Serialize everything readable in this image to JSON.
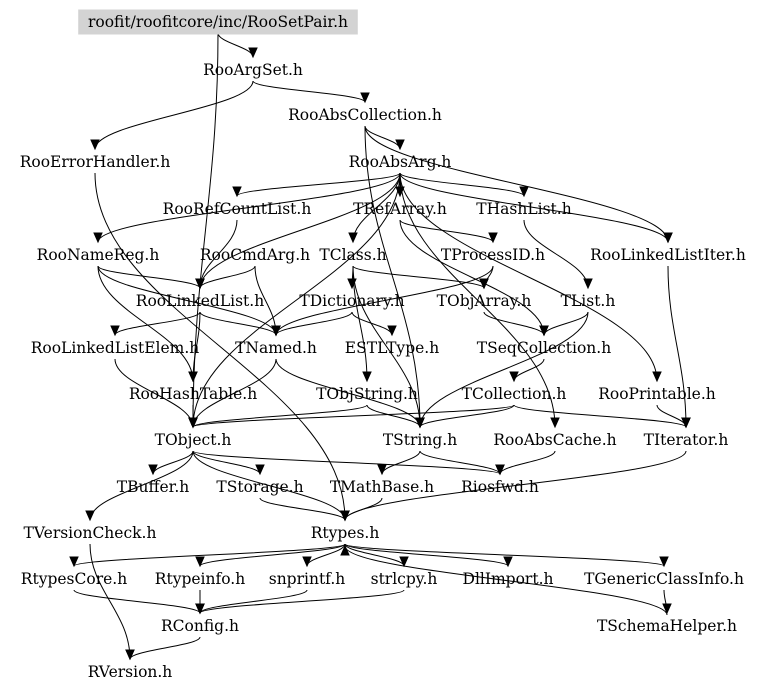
{
  "title": "roofit/roofitcore/inc/RooSetPair.h",
  "colors": {
    "root_fill": "#d3d3d3",
    "edge": "#000000",
    "background": "#ffffff"
  },
  "nodes": [
    {
      "id": "RooSetPair",
      "label": "roofit/roofitcore/inc/RooSetPair.h",
      "root": true
    },
    {
      "id": "RooArgSet",
      "label": "RooArgSet.h"
    },
    {
      "id": "RooAbsCollection",
      "label": "RooAbsCollection.h"
    },
    {
      "id": "RooErrorHandler",
      "label": "RooErrorHandler.h"
    },
    {
      "id": "RooAbsArg",
      "label": "RooAbsArg.h"
    },
    {
      "id": "RooRefCountList",
      "label": "RooRefCountList.h"
    },
    {
      "id": "TRefArray",
      "label": "TRefArray.h"
    },
    {
      "id": "THashList",
      "label": "THashList.h"
    },
    {
      "id": "RooNameReg",
      "label": "RooNameReg.h"
    },
    {
      "id": "RooCmdArg",
      "label": "RooCmdArg.h"
    },
    {
      "id": "TClass",
      "label": "TClass.h"
    },
    {
      "id": "TProcessID",
      "label": "TProcessID.h"
    },
    {
      "id": "RooLinkedListIter",
      "label": "RooLinkedListIter.h"
    },
    {
      "id": "RooLinkedList",
      "label": "RooLinkedList.h"
    },
    {
      "id": "TDictionary",
      "label": "TDictionary.h"
    },
    {
      "id": "TObjArray",
      "label": "TObjArray.h"
    },
    {
      "id": "TList",
      "label": "TList.h"
    },
    {
      "id": "RooLinkedListElem",
      "label": "RooLinkedListElem.h"
    },
    {
      "id": "TNamed",
      "label": "TNamed.h"
    },
    {
      "id": "ESTLType",
      "label": "ESTLType.h"
    },
    {
      "id": "TSeqCollection",
      "label": "TSeqCollection.h"
    },
    {
      "id": "RooHashTable",
      "label": "RooHashTable.h"
    },
    {
      "id": "TObjString",
      "label": "TObjString.h"
    },
    {
      "id": "TCollection",
      "label": "TCollection.h"
    },
    {
      "id": "RooPrintable",
      "label": "RooPrintable.h"
    },
    {
      "id": "TObject",
      "label": "TObject.h"
    },
    {
      "id": "TString",
      "label": "TString.h"
    },
    {
      "id": "RooAbsCache",
      "label": "RooAbsCache.h"
    },
    {
      "id": "TIterator",
      "label": "TIterator.h"
    },
    {
      "id": "TBuffer",
      "label": "TBuffer.h"
    },
    {
      "id": "TStorage",
      "label": "TStorage.h"
    },
    {
      "id": "TMathBase",
      "label": "TMathBase.h"
    },
    {
      "id": "Riosfwd",
      "label": "Riosfwd.h"
    },
    {
      "id": "TVersionCheck",
      "label": "TVersionCheck.h"
    },
    {
      "id": "Rtypes",
      "label": "Rtypes.h"
    },
    {
      "id": "RtypesCore",
      "label": "RtypesCore.h"
    },
    {
      "id": "Rtypeinfo",
      "label": "Rtypeinfo.h"
    },
    {
      "id": "snprintf",
      "label": "snprintf.h"
    },
    {
      "id": "strlcpy",
      "label": "strlcpy.h"
    },
    {
      "id": "DllImport",
      "label": "DllImport.h"
    },
    {
      "id": "TGenericClassInfo",
      "label": "TGenericClassInfo.h"
    },
    {
      "id": "RConfig",
      "label": "RConfig.h"
    },
    {
      "id": "TSchemaHelper",
      "label": "TSchemaHelper.h"
    },
    {
      "id": "RVersion",
      "label": "RVersion.h"
    }
  ],
  "edges": [
    [
      "RooSetPair",
      "RooArgSet"
    ],
    [
      "RooSetPair",
      "TObject"
    ],
    [
      "RooArgSet",
      "RooAbsCollection"
    ],
    [
      "RooArgSet",
      "RooErrorHandler"
    ],
    [
      "RooAbsCollection",
      "RooAbsArg"
    ],
    [
      "RooAbsCollection",
      "RooLinkedListIter"
    ],
    [
      "RooAbsCollection",
      "TString"
    ],
    [
      "RooAbsArg",
      "RooRefCountList"
    ],
    [
      "RooAbsArg",
      "TRefArray"
    ],
    [
      "RooAbsArg",
      "THashList"
    ],
    [
      "RooAbsArg",
      "RooNameReg"
    ],
    [
      "RooAbsArg",
      "TClass"
    ],
    [
      "RooAbsArg",
      "RooLinkedList"
    ],
    [
      "RooAbsArg",
      "RooPrintable"
    ],
    [
      "RooAbsArg",
      "RooAbsCache"
    ],
    [
      "RooAbsArg",
      "TObject"
    ],
    [
      "RooAbsArg",
      "RooLinkedListIter"
    ],
    [
      "RooErrorHandler",
      "Rtypes"
    ],
    [
      "RooRefCountList",
      "RooLinkedList"
    ],
    [
      "TRefArray",
      "TProcessID"
    ],
    [
      "TRefArray",
      "TSeqCollection"
    ],
    [
      "THashList",
      "TList"
    ],
    [
      "RooNameReg",
      "RooLinkedList"
    ],
    [
      "RooNameReg",
      "TNamed"
    ],
    [
      "RooNameReg",
      "RooHashTable"
    ],
    [
      "RooCmdArg",
      "RooLinkedList"
    ],
    [
      "RooCmdArg",
      "TNamed"
    ],
    [
      "TClass",
      "TDictionary"
    ],
    [
      "TClass",
      "TObjArray"
    ],
    [
      "TClass",
      "TObjString"
    ],
    [
      "TClass",
      "TString"
    ],
    [
      "TProcessID",
      "TNamed"
    ],
    [
      "TProcessID",
      "TObjArray"
    ],
    [
      "RooLinkedListIter",
      "TIterator"
    ],
    [
      "RooLinkedList",
      "RooLinkedListElem"
    ],
    [
      "RooLinkedList",
      "TNamed"
    ],
    [
      "RooLinkedList",
      "RooHashTable"
    ],
    [
      "TDictionary",
      "TNamed"
    ],
    [
      "TDictionary",
      "ESTLType"
    ],
    [
      "TObjArray",
      "TSeqCollection"
    ],
    [
      "TList",
      "TSeqCollection"
    ],
    [
      "TList",
      "TString"
    ],
    [
      "RooLinkedListElem",
      "TObject"
    ],
    [
      "TNamed",
      "TObject"
    ],
    [
      "TNamed",
      "TString"
    ],
    [
      "TSeqCollection",
      "TCollection"
    ],
    [
      "RooHashTable",
      "TObject"
    ],
    [
      "TObjString",
      "TObject"
    ],
    [
      "TObjString",
      "TString"
    ],
    [
      "TCollection",
      "TObject"
    ],
    [
      "TCollection",
      "TString"
    ],
    [
      "TCollection",
      "TIterator"
    ],
    [
      "RooPrintable",
      "TIterator"
    ],
    [
      "TObject",
      "TBuffer"
    ],
    [
      "TObject",
      "TStorage"
    ],
    [
      "TObject",
      "Riosfwd"
    ],
    [
      "TObject",
      "TVersionCheck"
    ],
    [
      "TObject",
      "Rtypes"
    ],
    [
      "TString",
      "Riosfwd"
    ],
    [
      "TString",
      "TMathBase"
    ],
    [
      "RooAbsCache",
      "Riosfwd"
    ],
    [
      "TIterator",
      "Rtypes"
    ],
    [
      "TStorage",
      "Rtypes"
    ],
    [
      "TMathBase",
      "Rtypes"
    ],
    [
      "TVersionCheck",
      "RVersion"
    ],
    [
      "Rtypes",
      "RtypesCore"
    ],
    [
      "Rtypes",
      "Rtypeinfo"
    ],
    [
      "Rtypes",
      "snprintf"
    ],
    [
      "Rtypes",
      "strlcpy"
    ],
    [
      "Rtypes",
      "DllImport"
    ],
    [
      "Rtypes",
      "TGenericClassInfo"
    ],
    [
      "RtypesCore",
      "RConfig"
    ],
    [
      "Rtypeinfo",
      "RConfig"
    ],
    [
      "snprintf",
      "RConfig"
    ],
    [
      "strlcpy",
      "RConfig"
    ],
    [
      "RConfig",
      "RVersion"
    ],
    [
      "TGenericClassInfo",
      "TSchemaHelper"
    ],
    [
      "TSchemaHelper",
      "Rtypes"
    ]
  ]
}
